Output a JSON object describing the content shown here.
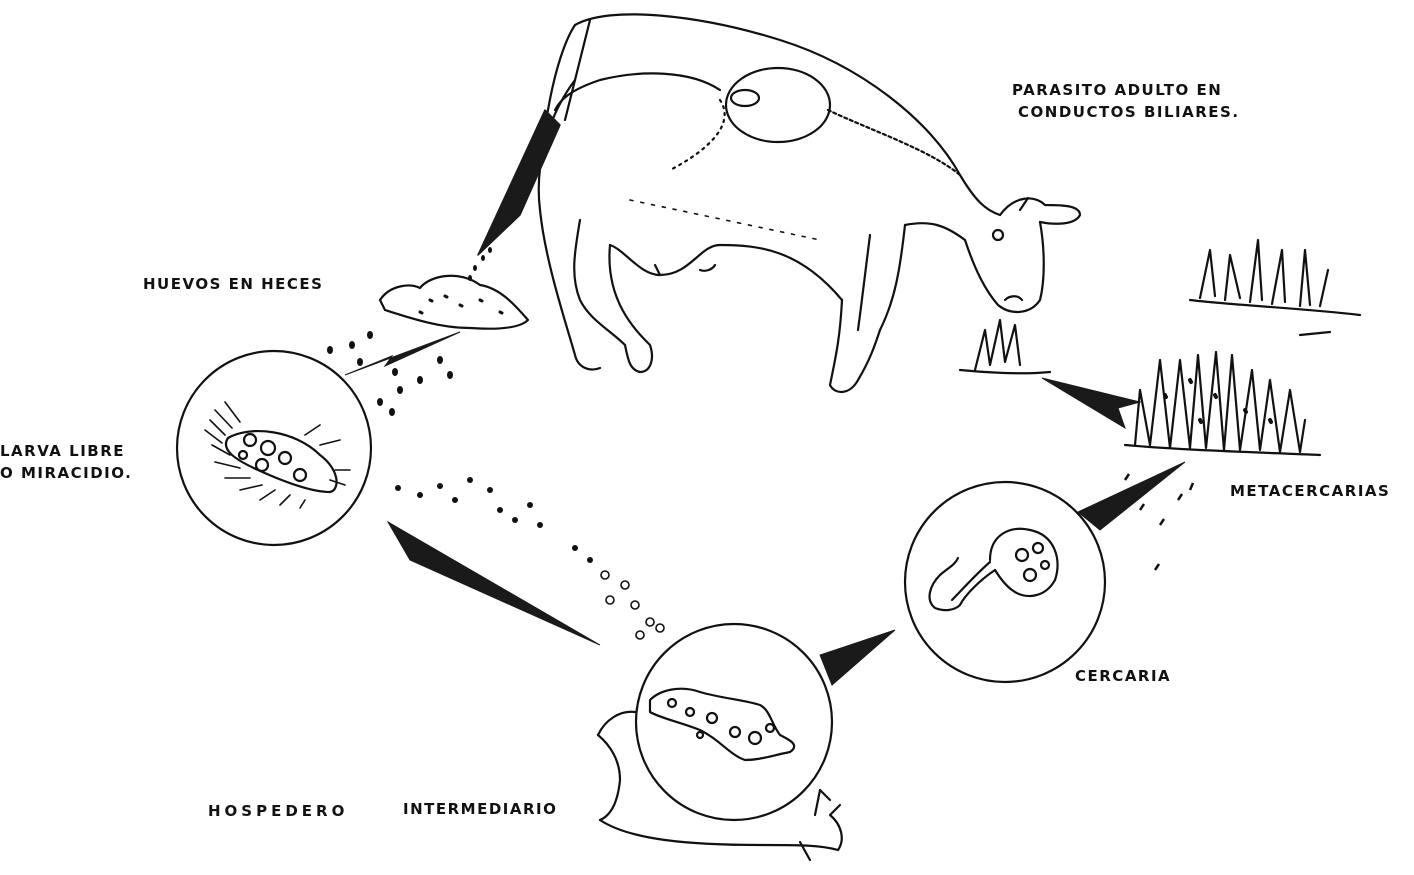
{
  "labels": {
    "adult": [
      "PARASITO  ADULTO EN",
      "CONDUCTOS BILIARES."
    ],
    "eggs": "HUEVOS EN HECES",
    "miracidium": [
      "LARVA LIBRE",
      "O MIRACIDIO."
    ],
    "metacercariae": "METACERCARIAS",
    "cercaria": "CERCARIA",
    "host_a": "HOSPEDERO",
    "host_b": "INTERMEDIARIO"
  },
  "colors": {
    "ink": "#111111",
    "paper": "#ffffff",
    "arrow": "#1a1a1a"
  }
}
